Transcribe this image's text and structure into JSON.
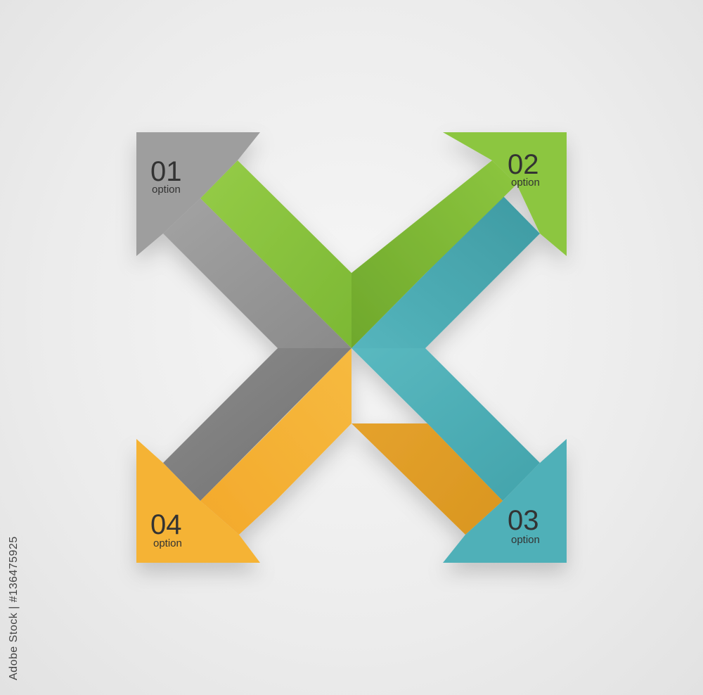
{
  "diagram": {
    "options": [
      {
        "number": "01",
        "label": "option",
        "color": "#999999",
        "direction": "top-left"
      },
      {
        "number": "02",
        "label": "option",
        "color": "#8cc63f",
        "direction": "top-right"
      },
      {
        "number": "03",
        "label": "option",
        "color": "#4fb0b8",
        "direction": "bottom-right"
      },
      {
        "number": "04",
        "label": "option",
        "color": "#f5b335",
        "direction": "bottom-left"
      }
    ]
  },
  "watermark": {
    "brand": "Adobe Stock",
    "id_text": "Adobe Stock | #136475925"
  }
}
